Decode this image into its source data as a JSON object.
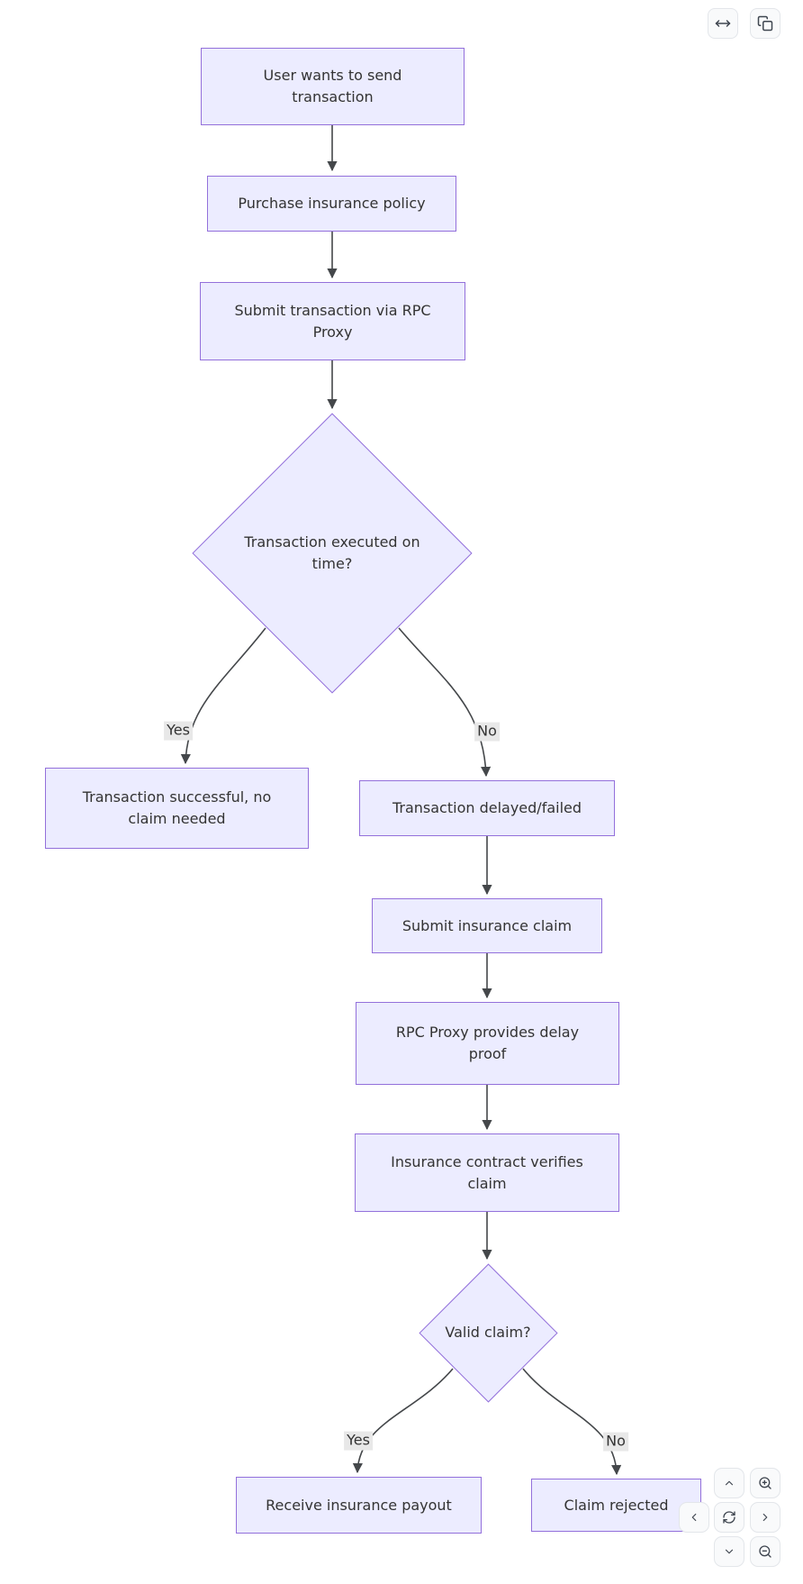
{
  "diagram": {
    "title": "transaction-insurance-flowchart",
    "nodes": [
      {
        "id": "start",
        "label": "User wants to send transaction",
        "shape": "rect"
      },
      {
        "id": "purchase",
        "label": "Purchase insurance policy",
        "shape": "rect"
      },
      {
        "id": "submit_tx",
        "label": "Submit transaction via RPC Proxy",
        "shape": "rect"
      },
      {
        "id": "executed_on_time",
        "label": "Transaction executed on time?",
        "shape": "diamond"
      },
      {
        "id": "success",
        "label": "Transaction successful, no claim needed",
        "shape": "rect"
      },
      {
        "id": "delayed",
        "label": "Transaction delayed/failed",
        "shape": "rect"
      },
      {
        "id": "submit_claim",
        "label": "Submit insurance claim",
        "shape": "rect"
      },
      {
        "id": "delay_proof",
        "label": "RPC Proxy provides delay proof",
        "shape": "rect"
      },
      {
        "id": "verify_claim",
        "label": "Insurance contract verifies claim",
        "shape": "rect"
      },
      {
        "id": "valid_claim",
        "label": "Valid claim?",
        "shape": "diamond"
      },
      {
        "id": "payout",
        "label": "Receive insurance payout",
        "shape": "rect"
      },
      {
        "id": "rejected",
        "label": "Claim rejected",
        "shape": "rect"
      }
    ],
    "edge_labels": [
      {
        "text": "Yes"
      },
      {
        "text": "No"
      },
      {
        "text": "Yes"
      },
      {
        "text": "No"
      }
    ],
    "colors": {
      "node_fill": "#ECECFF",
      "node_border": "#9370DB",
      "edge": "#44474a",
      "edge_label_bg": "#e8e8e8",
      "text": "#333333",
      "background": "#ffffff"
    }
  },
  "top_toolbar": {
    "buttons": [
      {
        "action": "toggle-width",
        "icon": "move-horizontal-icon"
      },
      {
        "action": "copy-diagram",
        "icon": "copy-icon"
      }
    ]
  },
  "pan_zoom_controls": {
    "buttons": [
      {
        "action": "pan-up",
        "icon": "chevron-up-icon"
      },
      {
        "action": "zoom-in",
        "icon": "zoom-in-icon"
      },
      {
        "action": "pan-left",
        "icon": "chevron-left-icon"
      },
      {
        "action": "reset-view",
        "icon": "refresh-icon"
      },
      {
        "action": "pan-right",
        "icon": "chevron-right-icon"
      },
      {
        "action": "pan-down",
        "icon": "chevron-down-icon"
      },
      {
        "action": "zoom-out",
        "icon": "zoom-out-icon"
      }
    ]
  }
}
